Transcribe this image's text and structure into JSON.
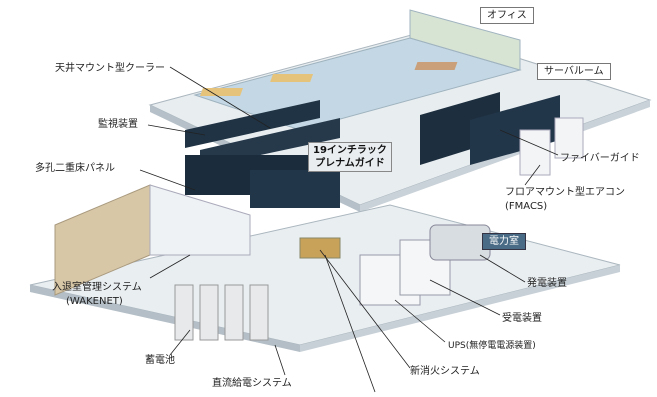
{
  "areas": {
    "office": "オフィス",
    "server_room": "サーバルーム",
    "power_room": "電力室"
  },
  "labels": {
    "ceiling_cooler": "天井マウント型クーラー",
    "monitoring": "監視装置",
    "perforated_floor": "多孔二重床パネル",
    "rack_guide_line1": "19インチラック",
    "rack_guide_line2": "プレナムガイド",
    "fiber_guide": "ファイバーガイド",
    "fmacs_line1": "フロアマウント型エアコン",
    "fmacs_line2": "(FMACS)",
    "access_mgmt_line1": "入退室管理システム",
    "access_mgmt_line2": "(WAKENET)",
    "generator": "発電装置",
    "substation": "受電装置",
    "ups": "UPS(無停電電源装置)",
    "fire_ext": "新消火システム",
    "battery": "蓄電池",
    "dc_power": "直流給電システム"
  },
  "colors": {
    "floor": "#e6ecef",
    "floor_edge": "#b9c4cb",
    "rack": "#1f3344",
    "office_floor": "#c7dbe6",
    "wall": "#d8c7a7"
  }
}
